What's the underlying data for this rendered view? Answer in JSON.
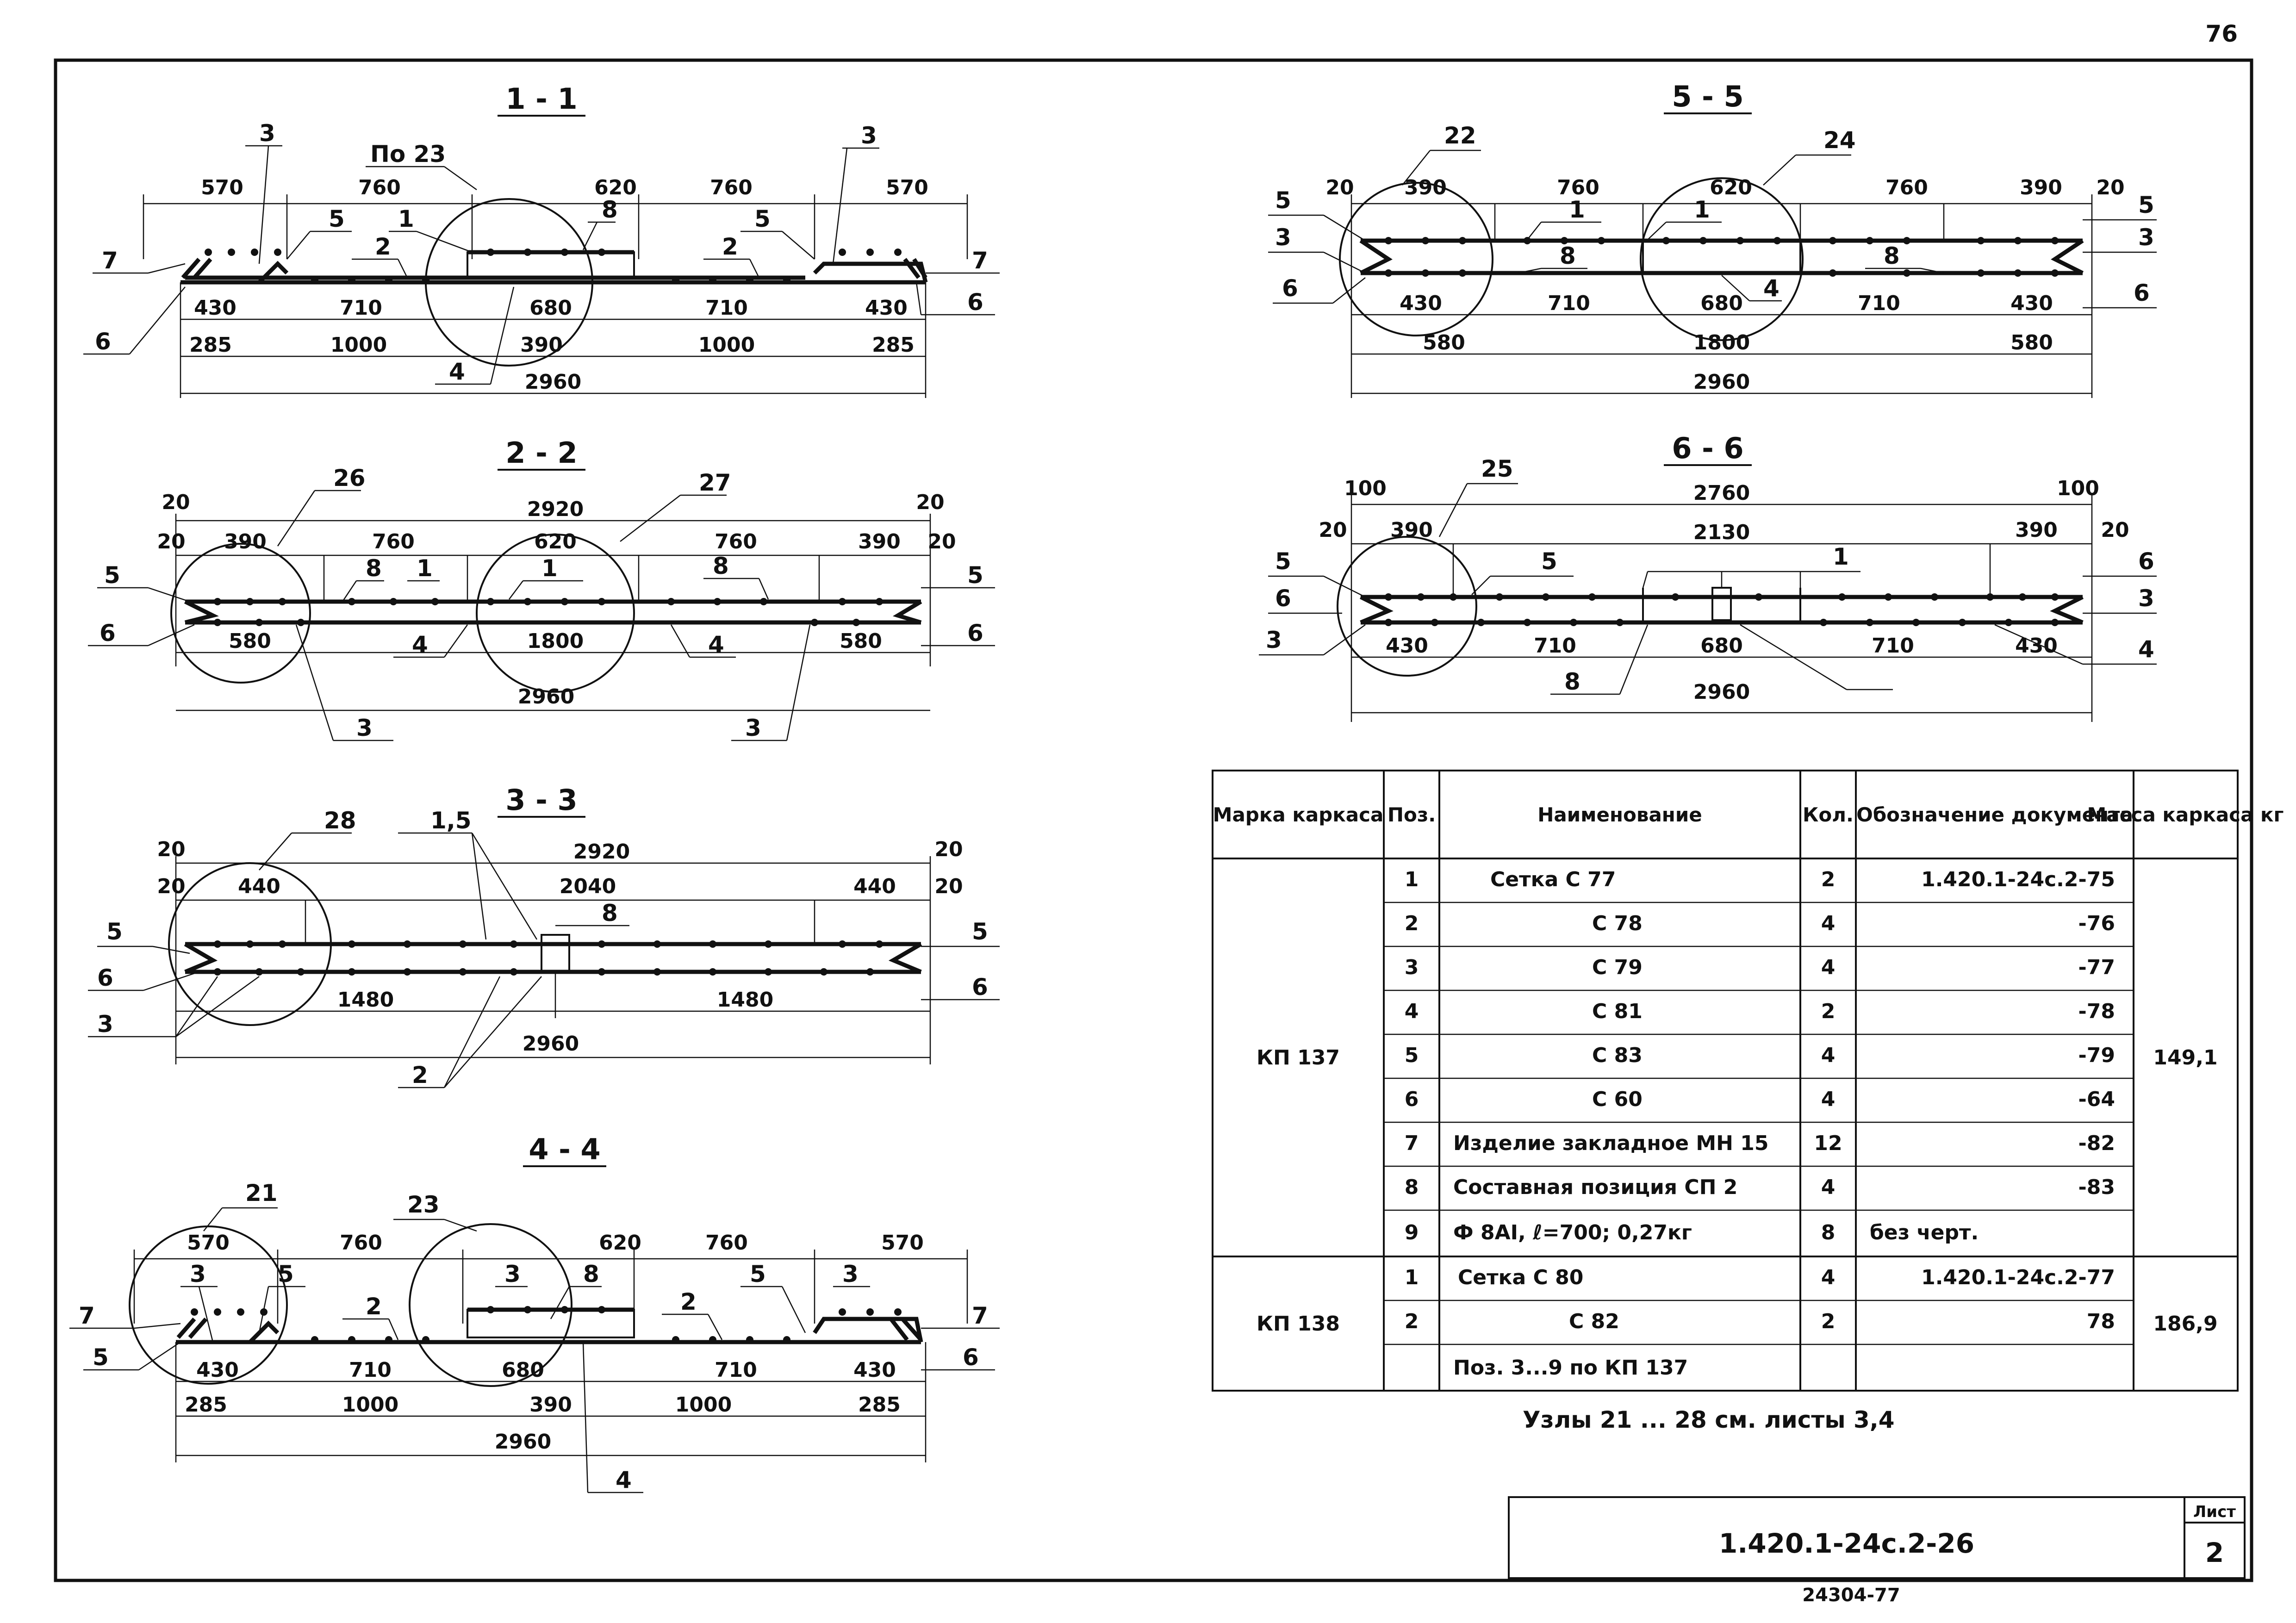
{
  "page_number": "76",
  "footnote": "Узлы 21 ... 28 см. листы 3,4",
  "title_block": {
    "code": "1.420.1-24с.2-26",
    "sheet_label": "Лист",
    "sheet_number": "2",
    "below_code": "24304-77"
  },
  "sections": {
    "s11": {
      "title": "1 - 1",
      "top_dims": [
        "570",
        "760",
        "620",
        "760",
        "570"
      ],
      "mid_dims": [
        "430",
        "710",
        "680",
        "710",
        "430"
      ],
      "bottom_dims": [
        "285",
        "1000",
        "390",
        "1000",
        "285"
      ],
      "total": "2960",
      "callouts": [
        "3",
        "По 23",
        "3",
        "7",
        "5",
        "1",
        "8",
        "2",
        "2",
        "5",
        "7",
        "6",
        "4",
        "6"
      ]
    },
    "s22": {
      "title": "2 - 2",
      "top_dims": [
        "20",
        "2920",
        "20"
      ],
      "row_dims": [
        "20",
        "390",
        "760",
        "620",
        "760",
        "390",
        "20"
      ],
      "mid_dims": [
        "580",
        "1800",
        "580"
      ],
      "total": "2960",
      "callouts": [
        "26",
        "27",
        "5",
        "8",
        "1",
        "1",
        "8",
        "5",
        "6",
        "4",
        "4",
        "6",
        "3",
        "3"
      ]
    },
    "s33": {
      "title": "3 - 3",
      "top_dims": [
        "20",
        "2920",
        "20"
      ],
      "row_dims": [
        "20",
        "440",
        "2040",
        "440",
        "20"
      ],
      "mid_dims": [
        "1480",
        "1480"
      ],
      "total": "2960",
      "callouts": [
        "28",
        "1,5",
        "8",
        "5",
        "5",
        "6",
        "6",
        "3",
        "2"
      ]
    },
    "s44": {
      "title": "4 - 4",
      "top_dims": [
        "570",
        "760",
        "620",
        "760",
        "570"
      ],
      "mid_dims": [
        "430",
        "710",
        "680",
        "710",
        "430"
      ],
      "bottom_dims": [
        "285",
        "1000",
        "390",
        "1000",
        "285"
      ],
      "total": "2960",
      "callouts": [
        "21",
        "23",
        "3",
        "5",
        "3",
        "8",
        "2",
        "2",
        "5",
        "3",
        "7",
        "7",
        "5",
        "6",
        "4"
      ]
    },
    "s55": {
      "title": "5 - 5",
      "row_dims": [
        "20",
        "390",
        "760",
        "620",
        "760",
        "390",
        "20"
      ],
      "mid_dims": [
        "430",
        "710",
        "680",
        "710",
        "430"
      ],
      "bottom_dims": [
        "580",
        "1800",
        "580"
      ],
      "total": "2960",
      "callouts": [
        "22",
        "24",
        "5",
        "1",
        "1",
        "5",
        "3",
        "8",
        "8",
        "3",
        "6",
        "4",
        "6"
      ]
    },
    "s66": {
      "title": "6 - 6",
      "top_dims": [
        "100",
        "2760",
        "100"
      ],
      "row_dims": [
        "20",
        "390",
        "2130",
        "390",
        "20"
      ],
      "mid_dims": [
        "430",
        "710",
        "680",
        "710",
        "430"
      ],
      "total": "2960",
      "callouts": [
        "25",
        "5",
        "1",
        "5",
        "6",
        "6",
        "3",
        "3",
        "4",
        "8"
      ]
    }
  },
  "spec_table": {
    "headers": [
      "Марка каркаса",
      "Поз.",
      "Наименование",
      "Кол.",
      "Обозначение документа",
      "Масса каркаса кг"
    ],
    "groups": [
      {
        "mark": "КП 137",
        "mass": "149,1",
        "rows": [
          {
            "pos": "1",
            "name": "Сетка С 77",
            "qty": "2",
            "doc": "1.420.1-24с.2-75"
          },
          {
            "pos": "2",
            "name": "С 78",
            "qty": "4",
            "doc": "-76"
          },
          {
            "pos": "3",
            "name": "С 79",
            "qty": "4",
            "doc": "-77"
          },
          {
            "pos": "4",
            "name": "С 81",
            "qty": "2",
            "doc": "-78"
          },
          {
            "pos": "5",
            "name": "С 83",
            "qty": "4",
            "doc": "-79"
          },
          {
            "pos": "6",
            "name": "С 60",
            "qty": "4",
            "doc": "-64"
          },
          {
            "pos": "7",
            "name": "Изделие закладное МН 15",
            "qty": "12",
            "doc": "-82"
          },
          {
            "pos": "8",
            "name": "Составная позиция СП 2",
            "qty": "4",
            "doc": "-83"
          },
          {
            "pos": "9",
            "name": "Ф 8АⅠ, ℓ=700; 0,27кг",
            "qty": "8",
            "doc": "без черт."
          }
        ]
      },
      {
        "mark": "КП 138",
        "mass": "186,9",
        "rows": [
          {
            "pos": "1",
            "name": "Сетка С 80",
            "qty": "4",
            "doc": "1.420.1-24с.2-77"
          },
          {
            "pos": "2",
            "name": "С 82",
            "qty": "2",
            "doc": "78"
          },
          {
            "pos": "",
            "name": "Поз. 3...9 по КП 137",
            "qty": "",
            "doc": ""
          }
        ]
      }
    ]
  }
}
